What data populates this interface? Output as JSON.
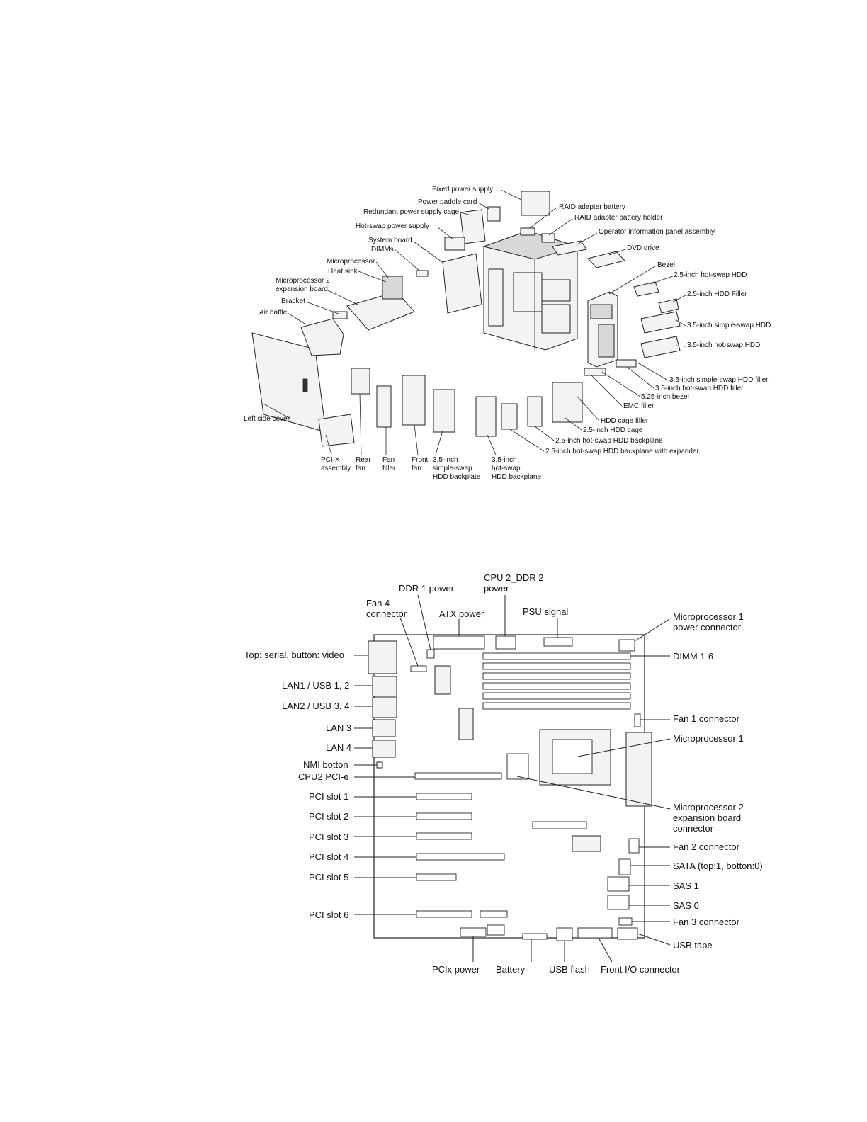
{
  "exploded": {
    "labels": [
      "Fixed power supply",
      "Power paddle card",
      "Redundant power supply cage",
      "Hot-swap power supply",
      "System board",
      "DIMMs",
      "Microprocessor",
      "Heat sink",
      "Microprocessor 2",
      "expansion board",
      "Bracket",
      "Air baffle",
      "Left side cover",
      "PCI-X",
      "assembly",
      "Rear",
      "fan",
      "Fan",
      "filler",
      "Front",
      "fan",
      "3.5-inch",
      "simple-swap",
      "HDD backplate",
      "3.5-inch",
      "hot-swap",
      "HDD backplane",
      "RAID adapter battery",
      "RAID adapter battery holder",
      "Operator information panel assembly",
      "DVD drive",
      "Bezel",
      "2.5-inch hot-swap HDD",
      "2.5-inch HDD Filler",
      "3.5-inch simple-swap HDD",
      "3.5-inch hot-swap HDD",
      "3.5-inch simple-swap HDD filler",
      "3.5-inch hot-swap HDD filler",
      "5.25-inch bezel",
      "EMC filler",
      "HDD cage filler",
      "2.5-inch HDD cage",
      "2.5-inch hot-swap HDD backplane",
      "2.5-inch hot-swap HDD backplane with expander"
    ]
  },
  "board": {
    "labels": [
      "DDR 1 power",
      "CPU 2_DDR 2",
      "power",
      "Fan 4",
      "connector",
      "ATX power",
      "PSU signal",
      "Microprocessor 1",
      "power connector",
      "Top: serial, button: video",
      "DIMM 1-6",
      "LAN1 / USB 1, 2",
      "LAN2 / USB 3, 4",
      "Fan 1 connector",
      "LAN 3",
      "LAN 4",
      "Microprocessor 1",
      "NMI botton",
      "CPU2 PCI-e",
      "PCI slot 1",
      "Microprocessor 2",
      "expansion board",
      "connector",
      "PCI slot 2",
      "PCI slot 3",
      "Fan 2 connector",
      "PCI slot 4",
      "SATA (top:1, botton:0)",
      "PCI slot 5",
      "SAS 1",
      "SAS 0",
      "PCI slot 6",
      "Fan 3 connector",
      "USB tape",
      "PCIx power",
      "Battery",
      "USB flash",
      "Front I/O connector"
    ]
  }
}
